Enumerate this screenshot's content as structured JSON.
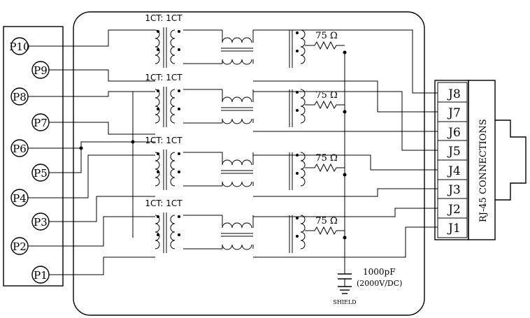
{
  "left_pins": [
    "P10",
    "P9",
    "P8",
    "P7",
    "P6",
    "P5",
    "P4",
    "P3",
    "P2",
    "P1"
  ],
  "right_pins": [
    "J8",
    "J7",
    "J6",
    "J5",
    "J4",
    "J3",
    "J2",
    "J1"
  ],
  "ratio_label": "1CT: 1CT",
  "resistor_label": "75 Ω",
  "connector_label": "RJ-45 CONNECTIONS",
  "capacitor_value": "1000pF",
  "capacitor_rating": "(2000V/DC)",
  "shield_label": "SHIELD"
}
